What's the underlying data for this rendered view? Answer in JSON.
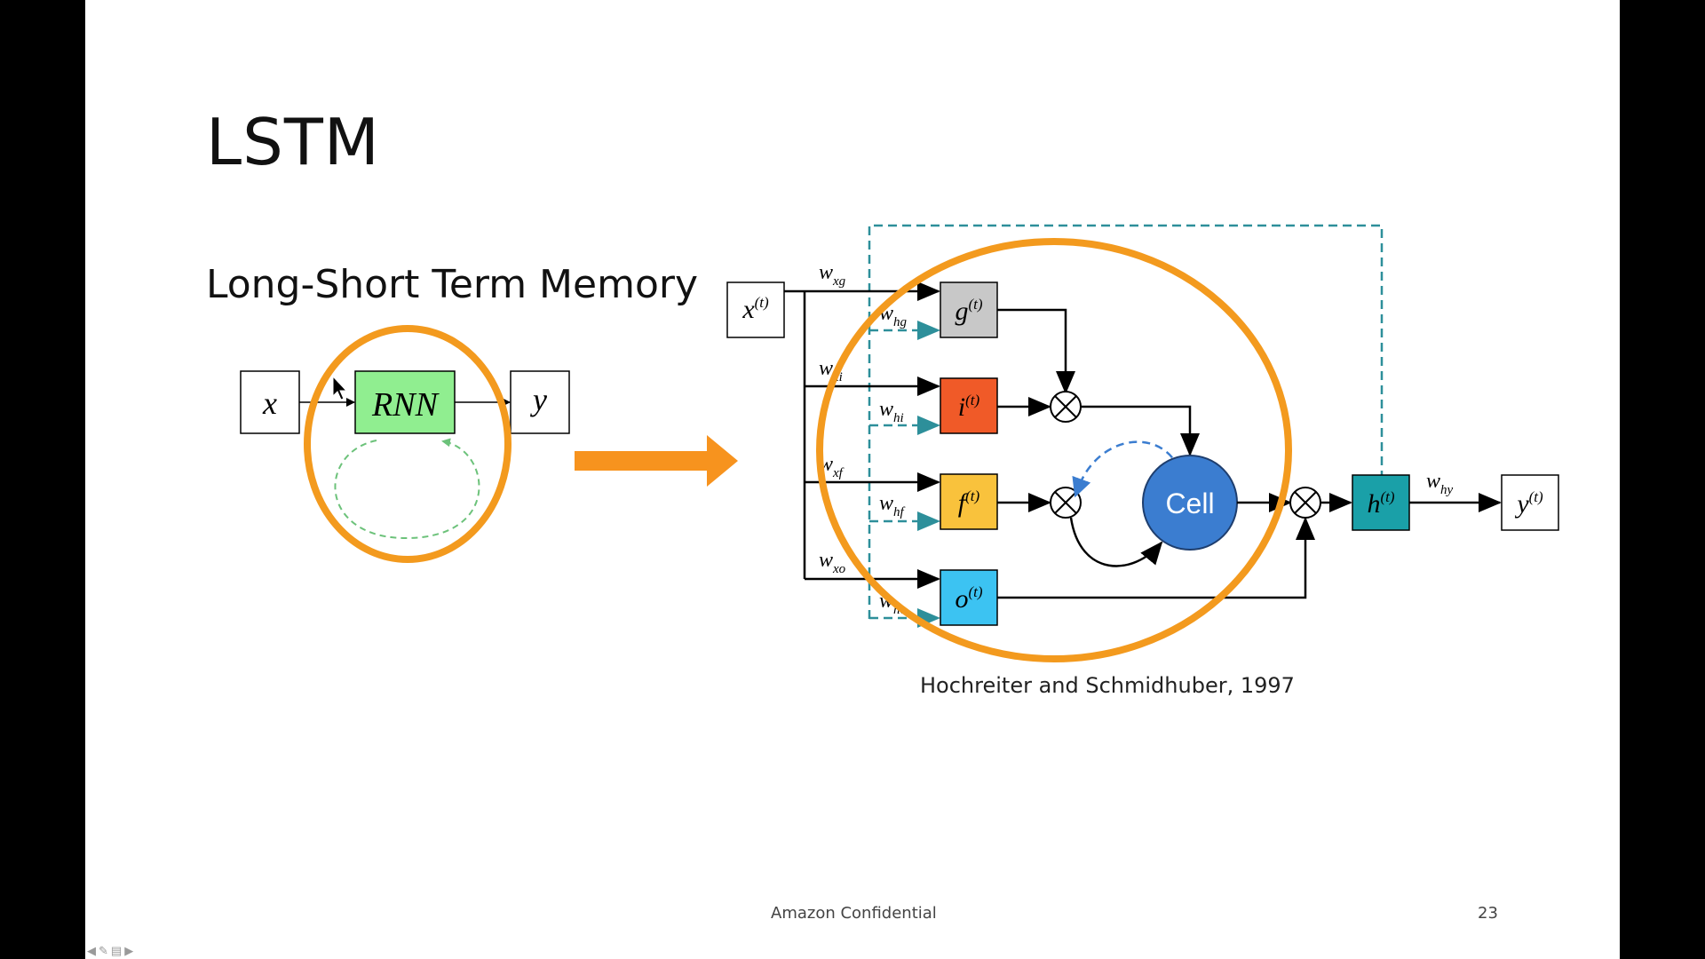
{
  "slide": {
    "title": "LSTM",
    "subtitle": "Long-Short Term Memory",
    "caption": "Hochreiter and Schmidhuber, 1997",
    "footer": "Amazon Confidential",
    "page_number": "23"
  },
  "rnn_diagram": {
    "input": "x",
    "block": "RNN",
    "output": "y"
  },
  "lstm_diagram": {
    "input": "x",
    "input_sup": "(t)",
    "gates": [
      {
        "base": "g",
        "sup": "(t)",
        "w_in": "w",
        "w_in_sub": "xg",
        "w_h": "w",
        "w_h_sub": "hg"
      },
      {
        "base": "i",
        "sup": "(t)",
        "w_in": "w",
        "w_in_sub": "xi",
        "w_h": "w",
        "w_h_sub": "hi"
      },
      {
        "base": "f",
        "sup": "(t)",
        "w_in": "w",
        "w_in_sub": "xf",
        "w_h": "w",
        "w_h_sub": "hf"
      },
      {
        "base": "o",
        "sup": "(t)",
        "w_in": "w",
        "w_in_sub": "xo",
        "w_h": "w",
        "w_h_sub": "ho"
      }
    ],
    "cell": "Cell",
    "hidden": "h",
    "hidden_sup": "(t)",
    "w_hy": "w",
    "w_hy_sub": "hy",
    "output": "y",
    "output_sup": "(t)"
  },
  "colors": {
    "highlight_orange": "#F39A1E",
    "rnn_green": "#90EE90",
    "gate_g": "#C8C8C8",
    "gate_i": "#F05A28",
    "gate_f": "#F9C23C",
    "gate_o": "#3CC3F2",
    "cell_blue": "#3B7DD0",
    "hidden_teal": "#1AA0A8",
    "dashed_teal": "#2D8F9A",
    "recurrent_green": "#6CC27A"
  },
  "navigation": {
    "icons": [
      "arrow-left-icon",
      "pen-icon",
      "slides-icon",
      "arrow-right-icon"
    ]
  }
}
